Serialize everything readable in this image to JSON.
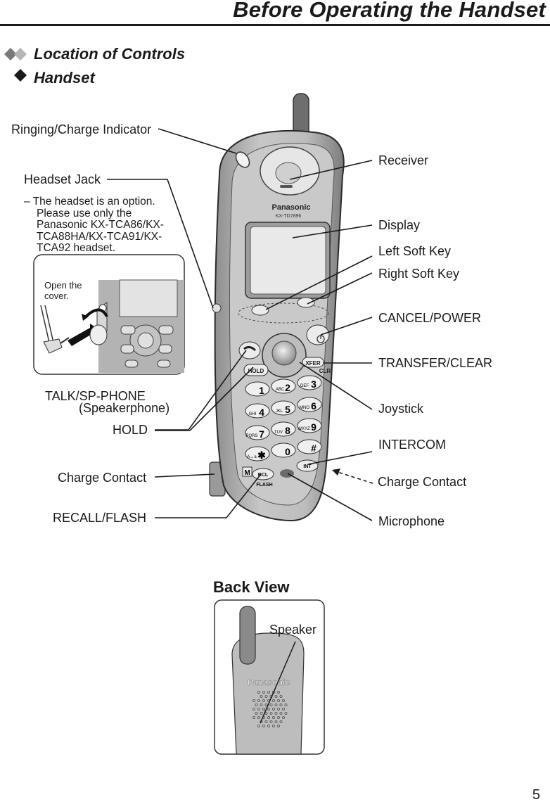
{
  "header": {
    "title": "Before Operating the Handset"
  },
  "section": {
    "heading": "Location of Controls",
    "subheading": "Handset"
  },
  "labels": {
    "ringing": "Ringing/Charge Indicator",
    "headset_jack": "Headset Jack",
    "headset_note": [
      "– The headset is an option.",
      "Please use only the",
      "Panasonic KX-TCA86/KX-",
      "TCA88HA/KX-TCA91/KX-",
      "TCA92 headset."
    ],
    "open_cover": [
      "Open the",
      "cover."
    ],
    "talk": "TALK/SP-PHONE",
    "speakerphone": "(Speakerphone)",
    "hold": "HOLD",
    "charge_left": "Charge Contact",
    "recall": "RECALL/FLASH",
    "receiver": "Receiver",
    "display": "Display",
    "left_soft": "Left Soft Key",
    "right_soft": "Right Soft Key",
    "cancel": "CANCEL/POWER",
    "transfer": "TRANSFER/CLEAR",
    "joystick": "Joystick",
    "intercom": "INTERCOM",
    "charge_right": "Charge Contact",
    "microphone": "Microphone",
    "speaker": "Speaker"
  },
  "phone": {
    "brand": "Panasonic",
    "model": "KX-TD7896",
    "hold_key": "HOLD",
    "xfer_key": "XFER",
    "clr_key": "CLR",
    "rcl_key": "RCL",
    "flash_key": "FLASH",
    "int_key": "INT",
    "m_key": "M",
    "keys": [
      {
        "digit": "1",
        "letters": ""
      },
      {
        "digit": "2",
        "letters": "ABC"
      },
      {
        "digit": "3",
        "letters": "DEF"
      },
      {
        "digit": "4",
        "letters": "GHI"
      },
      {
        "digit": "5",
        "letters": "JKL"
      },
      {
        "digit": "6",
        "letters": "MNO"
      },
      {
        "digit": "7",
        "letters": "PQRS"
      },
      {
        "digit": "8",
        "letters": "TUV"
      },
      {
        "digit": "9",
        "letters": "WXYZ"
      },
      {
        "digit": "✱",
        "letters": "A↔a"
      },
      {
        "digit": "0",
        "letters": ""
      },
      {
        "digit": "#",
        "letters": ""
      }
    ]
  },
  "back_view": {
    "title": "Back View",
    "brand": "Panasonic"
  },
  "page_number": "5"
}
